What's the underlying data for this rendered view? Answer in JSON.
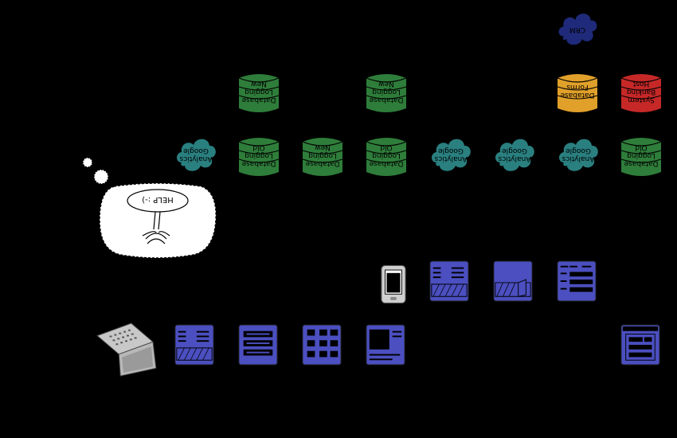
{
  "colors": {
    "background": "#000000",
    "database_green": "#2e7d3a",
    "database_orange": "#e0a02a",
    "database_red": "#c62828",
    "cloud_teal": "#2a7f7f",
    "cloud_navy": "#1f2a7a",
    "screen_blue": "#4b4fc0"
  },
  "crm_cloud": {
    "label": "CRM"
  },
  "databases_top": [
    {
      "line1": "New",
      "line2": "Logging",
      "line3": "Database",
      "color": "green"
    },
    {
      "line1": "New",
      "line2": "Logging",
      "line3": "Database",
      "color": "green"
    },
    {
      "line1": "Forms",
      "line2": "Database",
      "line3": "",
      "color": "orange"
    },
    {
      "line1": "Host",
      "line2": "Banking",
      "line3": "System",
      "color": "red"
    }
  ],
  "row_two": [
    {
      "kind": "cloud",
      "line1": "Google",
      "line2": "Analytics"
    },
    {
      "kind": "db",
      "line1": "Old",
      "line2": "Logging",
      "line3": "Database"
    },
    {
      "kind": "db",
      "line1": "New",
      "line2": "Logging",
      "line3": "Database"
    },
    {
      "kind": "db",
      "line1": "Old",
      "line2": "Logging",
      "line3": "Database"
    },
    {
      "kind": "cloud",
      "line1": "Google",
      "line2": "Analytics"
    },
    {
      "kind": "cloud",
      "line1": "Google",
      "line2": "Analytics"
    },
    {
      "kind": "cloud",
      "line1": "Google",
      "line2": "Analytics"
    },
    {
      "kind": "db",
      "line1": "Old",
      "line2": "Logging",
      "line3": "Database"
    }
  ],
  "bubble": {
    "text": "HELP :-)"
  },
  "icons": {
    "phone": "mobile-phone-icon",
    "laptop": "laptop-icon",
    "screens": "app-screen-icon"
  }
}
